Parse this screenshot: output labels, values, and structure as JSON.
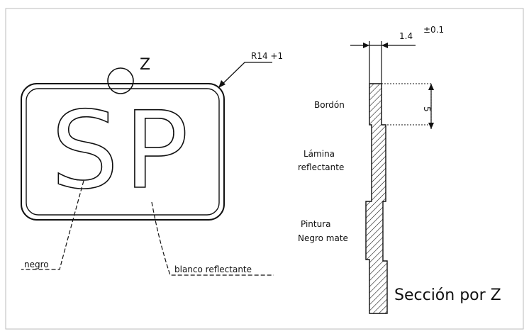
{
  "plate": {
    "letters": "SP",
    "detail_mark": "Z",
    "radius_note": "R14 +1",
    "label_black": "negro",
    "label_white": "blanco reflectante"
  },
  "section": {
    "dim_thickness": "1.4",
    "dim_tolerance": "±0.1",
    "dim_height": "5",
    "label_border": "Bordón",
    "label_sheet_line1": "Lámina",
    "label_sheet_line2": "reflectante",
    "label_paint_line1": "Pintura",
    "label_paint_line2": "Negro mate",
    "caption": "Sección por Z"
  }
}
